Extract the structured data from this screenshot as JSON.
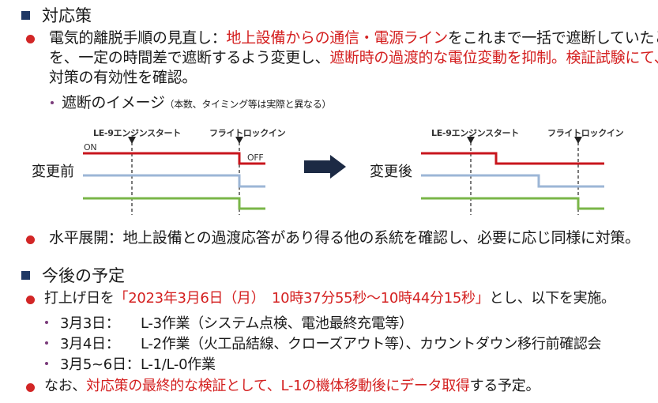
{
  "section1": {
    "heading": "対応策",
    "bullet1": {
      "label": "電気的離脱手順の見直し：",
      "red1": "地上設備からの通信・電源ライン",
      "text1": "をこれまで一括で遮断していたところ",
      "text2": "を、一定の時間差で遮断するよう変更し、",
      "red2": "遮断時の過渡的な電位変動を抑制。検証試験にて、",
      "text3": "対策の有効性を確認。"
    },
    "sub_bullet": {
      "main": "遮断のイメージ",
      "note": "（本数、タイミング等は実際と異なる）"
    },
    "diagram": {
      "before_label": "変更前",
      "after_label": "変更後",
      "marker1": "LE-9エンジンスタート",
      "marker2": "フライトロックイン",
      "on_label": "ON",
      "off_label": "OFF",
      "colors": {
        "red": "#c8161d",
        "blue": "#9cb6d6",
        "green": "#7ab648",
        "arrow": "#1c2a44"
      }
    },
    "bullet2": "水平展開：地上設備との過渡応答があり得る他の系統を確認し、必要に応じ同様に対策。"
  },
  "section2": {
    "heading": "今後の予定",
    "bullet1": {
      "prefix": "打上げ日を",
      "red": "「2023年3月6日（月）　10時37分55秒～10時44分15秒」",
      "suffix": "とし、以下を実施。"
    },
    "schedule": [
      {
        "date": "3月3日：",
        "task": "L-3作業（システム点検、電池最終充電等）"
      },
      {
        "date": "3月4日：",
        "task": "L-2作業（火工品結線、クローズアウト等）、カウントダウン移行前確認会"
      },
      {
        "date": "3月5~6日：",
        "task": "L-1/L-0作業"
      }
    ],
    "bullet2": {
      "prefix": "なお、",
      "red": "対応策の最終的な検証として、L-1の機体移動後にデータ取得",
      "suffix": "する予定。"
    }
  }
}
